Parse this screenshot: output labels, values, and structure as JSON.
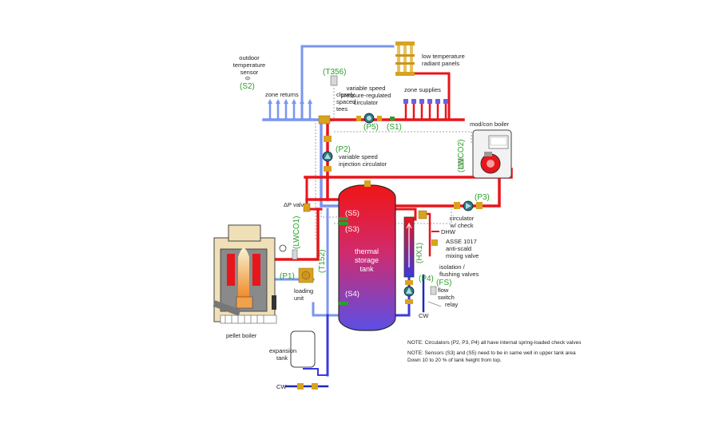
{
  "colors": {
    "hot": "#e8151b",
    "cool": "#7a96ee",
    "cold": "#1b2ab8",
    "sensor_tag": "#2aa02a",
    "brass": "#d9a21f",
    "control_wire": "#888888"
  },
  "labels": {
    "outdoor_sensor": [
      "outdoor",
      "temperature",
      "sensor"
    ],
    "low_temp_panels": [
      "low temperature",
      "radiant panels"
    ],
    "zone_returns": "zone returns",
    "zone_supplies": "zone supplies",
    "closely_spaced_tees": [
      "closely",
      "spaced",
      "tees"
    ],
    "p5_desc": [
      "variable speed",
      "pressure-regulated",
      "circulator"
    ],
    "mod_con_boiler": "mod/con boiler",
    "p2_desc": [
      "variable speed",
      "injection circulator"
    ],
    "dp_valve": "ΔP valve",
    "circulator_check": [
      "circulator",
      "w/ check"
    ],
    "dhw": "DHW",
    "asse": [
      "ASSE 1017",
      "anti-scald",
      "mixing valve"
    ],
    "isolation": [
      "isolation /",
      "flushing valves"
    ],
    "flow_switch": [
      "flow",
      "switch"
    ],
    "relay": "relay",
    "cw_right": "CW",
    "tank": [
      "thermal",
      "storage",
      "tank"
    ],
    "loading_unit": [
      "loading",
      "unit"
    ],
    "pellet_boiler": "pellet boiler",
    "expansion_tank": [
      "expansion",
      "tank"
    ],
    "cw_bottom": "CW"
  },
  "tags": {
    "s2": "(S2)",
    "t356": "(T356)",
    "p5": "(P5)",
    "s1": "(S1)",
    "p2": "(P2)",
    "lwco2": "(LWCO2)",
    "p3": "(P3)",
    "s5": "(S5)",
    "s3": "(S3)",
    "s4": "(S4)",
    "hx1": "(HX1)",
    "fs": "(FS)",
    "p4": "(P4)",
    "lwco1": "(LWCO1)",
    "t152": "(T152)",
    "p1": "(P1)"
  },
  "notes": {
    "note1": "NOTE:  Circulators (P2, P3, P4) all have internal spring-loaded check valves",
    "note2": "NOTE:  Sensors (S3) and (S5) need to be in same well in upper tank area",
    "note3": "Down 10 to 20 % of tank height from top."
  }
}
